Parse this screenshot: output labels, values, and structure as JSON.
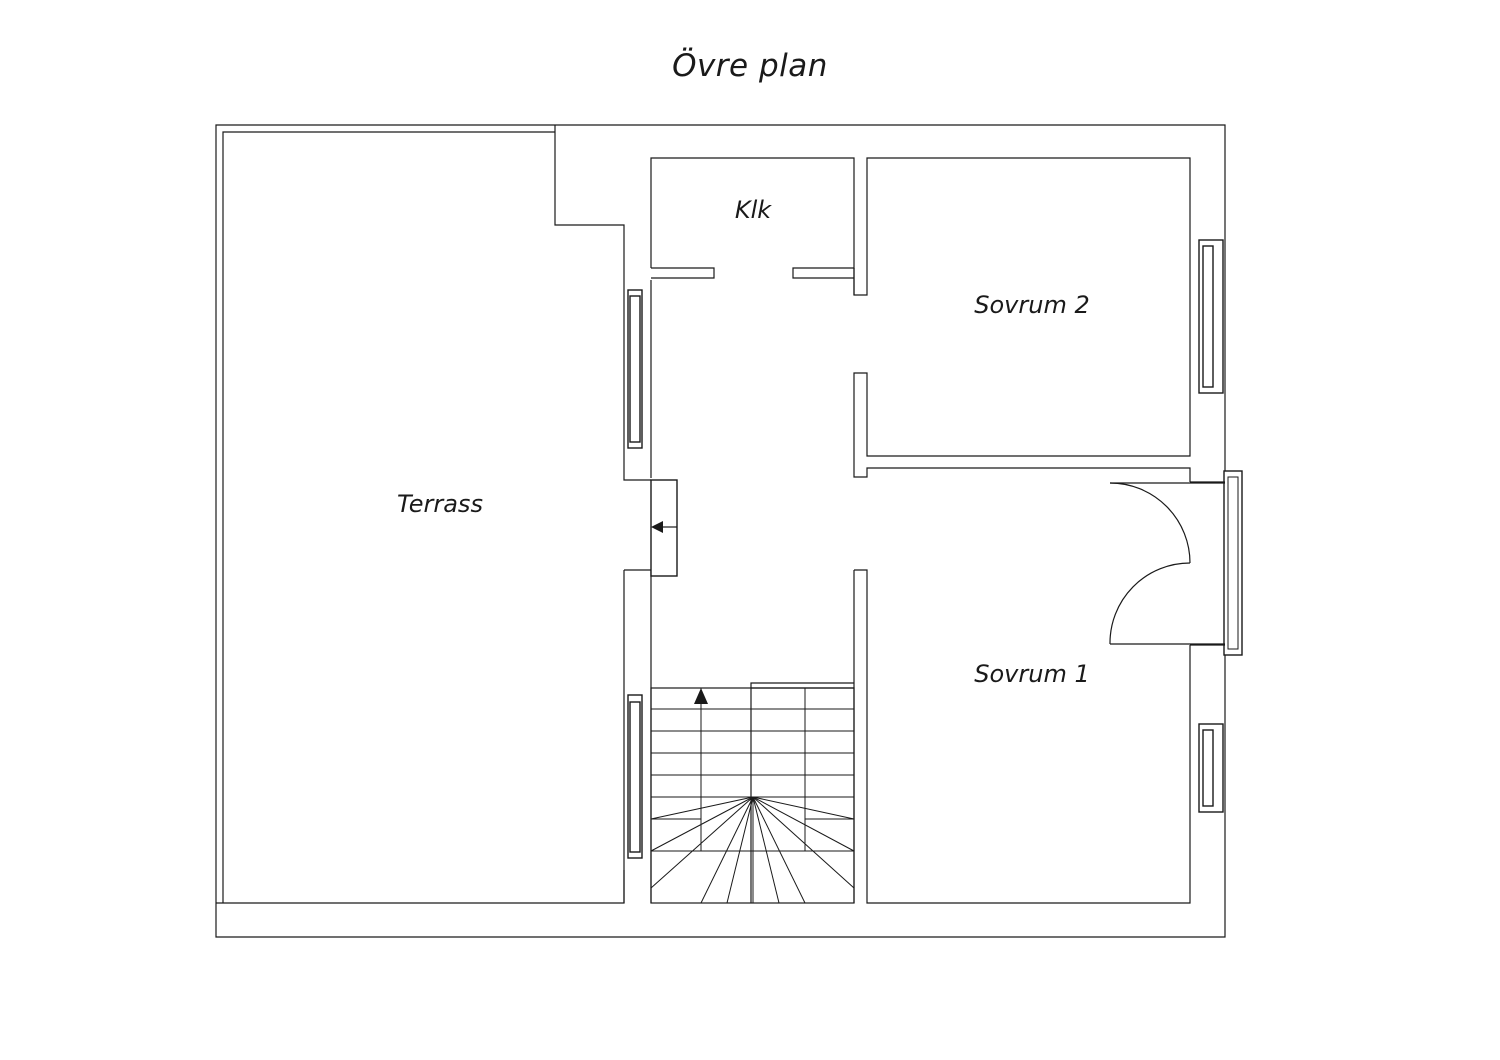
{
  "plan": {
    "title": "Övre plan",
    "rooms": {
      "terrace": "Terrass",
      "closet": "Klk",
      "bedroom2": "Sovrum 2",
      "bedroom1": "Sovrum 1"
    }
  },
  "colors": {
    "line": "#1a1a1a",
    "background": "#ffffff"
  }
}
